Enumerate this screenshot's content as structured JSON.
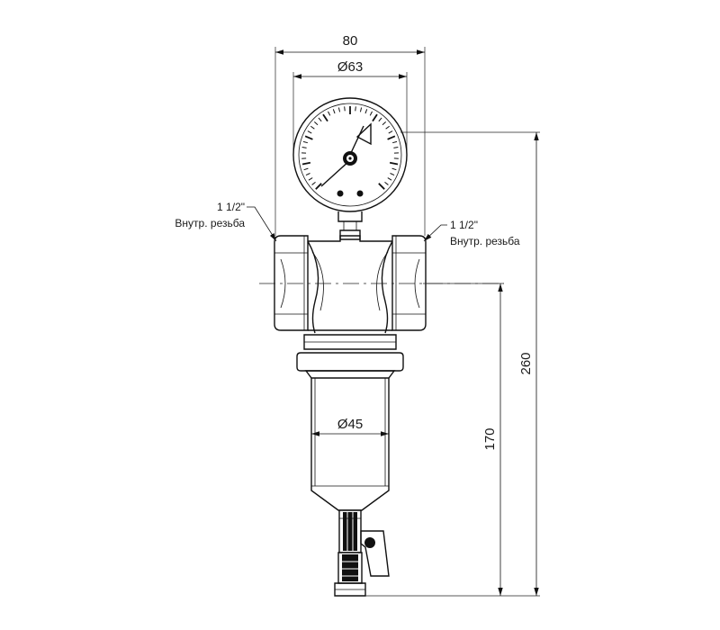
{
  "dimensions": {
    "overall_width": "80",
    "gauge_diameter": "Ø63",
    "flask_diameter": "Ø45",
    "height_to_axis": "170",
    "overall_height": "260"
  },
  "callouts": {
    "left": {
      "size": "1 1/2\"",
      "thread": "Внутр. резьба"
    },
    "right": {
      "size": "1 1/2\"",
      "thread": "Внутр. резьба"
    }
  },
  "colors": {
    "line": "#111111",
    "background": "#ffffff"
  }
}
